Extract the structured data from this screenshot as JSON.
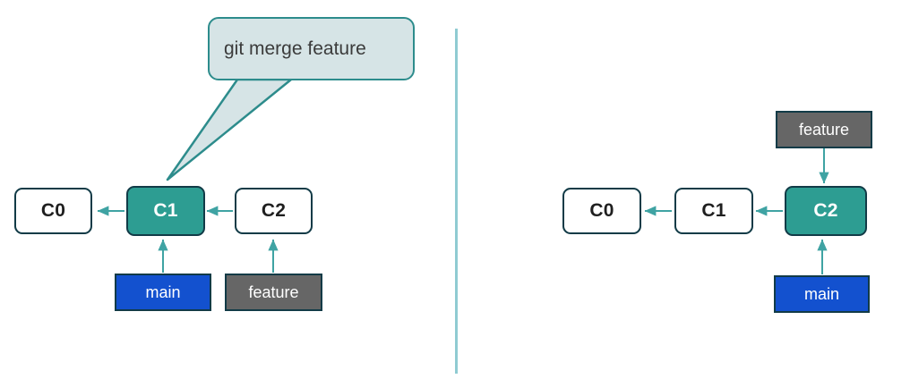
{
  "diagram": {
    "title": "git merge feature",
    "colors": {
      "commit_highlight": "#2d9d92",
      "commit_plain": "#ffffff",
      "commit_border": "#123b47",
      "branch_main": "#1351cf",
      "branch_feature": "#666666",
      "arrow": "#3fa3a3",
      "bubble_fill": "#d6e4e6",
      "bubble_border": "#2d8c8c",
      "divider": "#8fcbd2"
    },
    "callout": {
      "text": "git merge feature"
    },
    "left_panel": {
      "commits": [
        {
          "label": "C0",
          "state": "plain"
        },
        {
          "label": "C1",
          "state": "highlight"
        },
        {
          "label": "C2",
          "state": "plain"
        }
      ],
      "branches": [
        {
          "label": "main",
          "style": "main",
          "points_to": "C1",
          "direction": "up"
        },
        {
          "label": "feature",
          "style": "feature",
          "points_to": "C2",
          "direction": "up"
        }
      ]
    },
    "right_panel": {
      "commits": [
        {
          "label": "C0",
          "state": "plain"
        },
        {
          "label": "C1",
          "state": "plain"
        },
        {
          "label": "C2",
          "state": "highlight"
        }
      ],
      "branches": [
        {
          "label": "feature",
          "style": "feature",
          "points_to": "C2",
          "direction": "down"
        },
        {
          "label": "main",
          "style": "main",
          "points_to": "C2",
          "direction": "up"
        }
      ]
    }
  }
}
